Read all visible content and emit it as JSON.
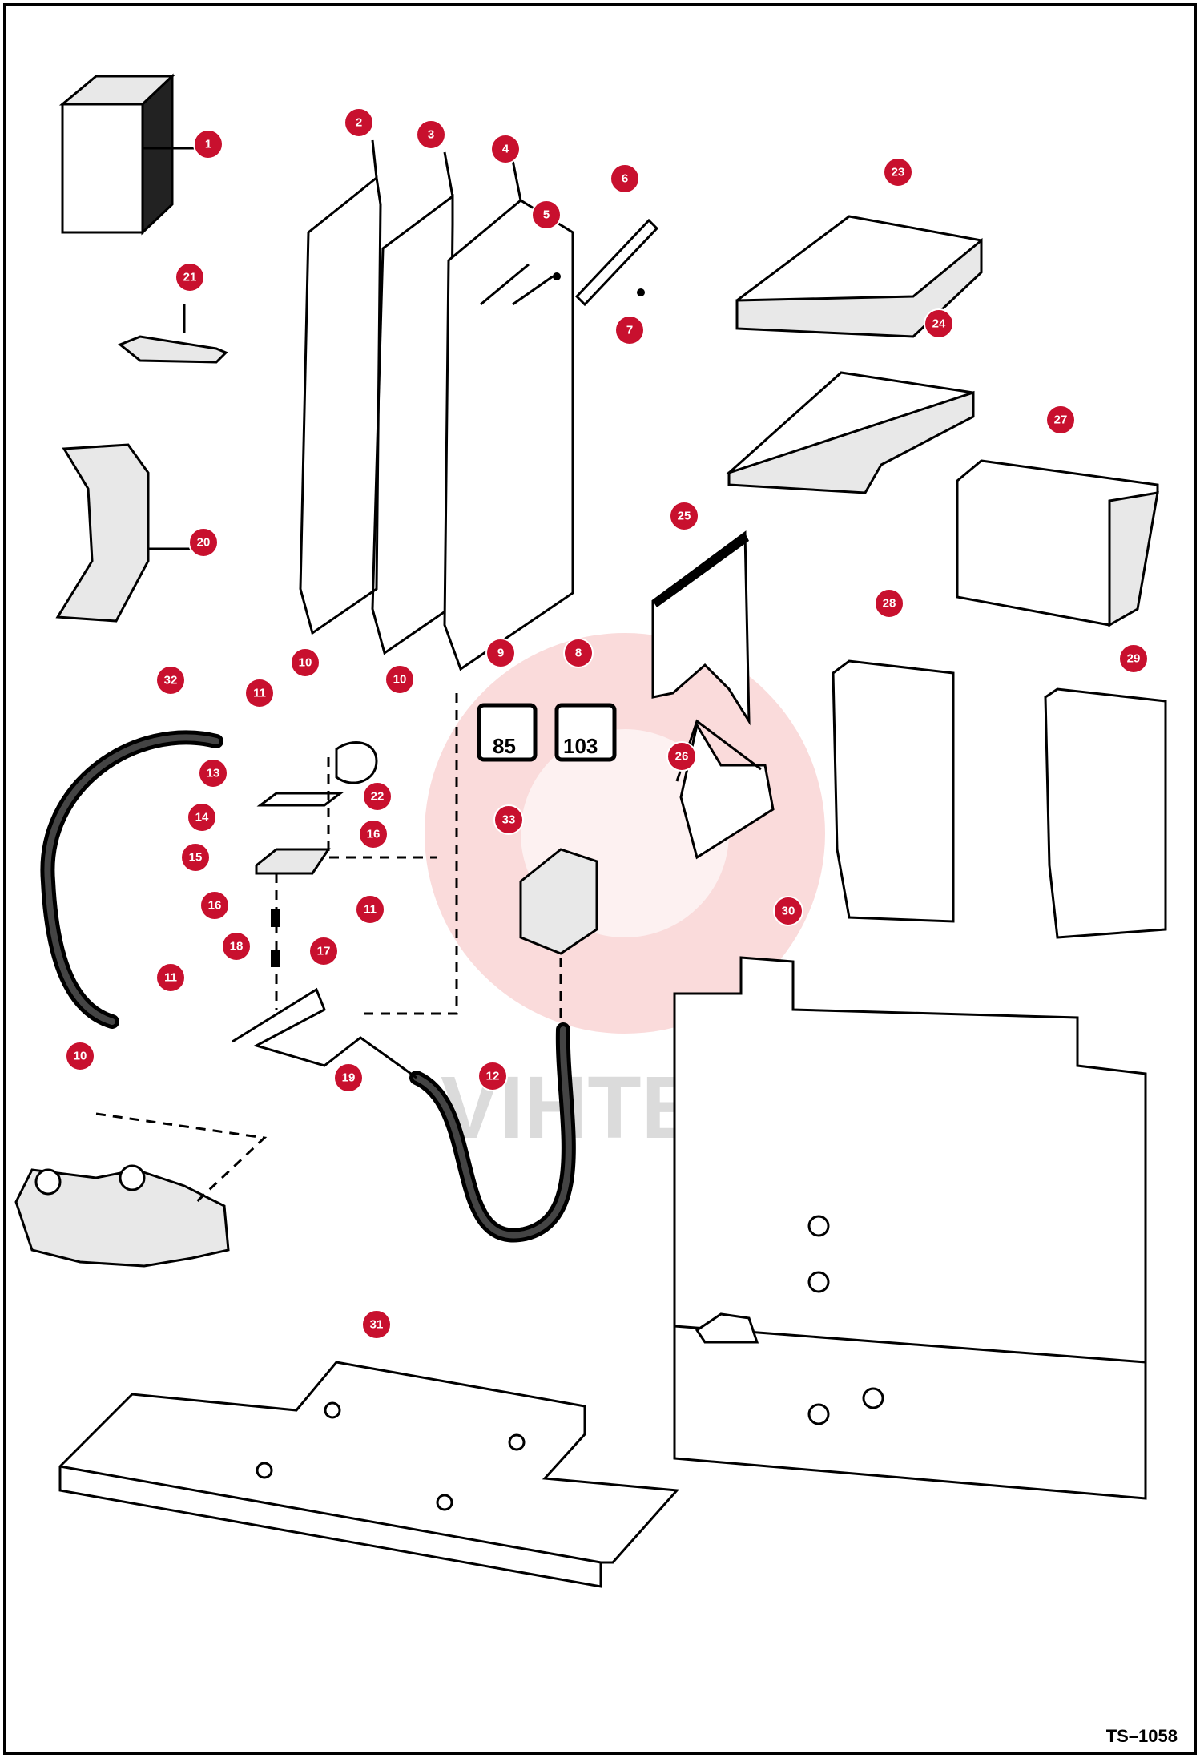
{
  "drawing_number": "TS–1058",
  "watermark": "VIHTEX",
  "decal_labels": [
    "85",
    "103"
  ],
  "colors": {
    "marker": "#c8102e",
    "line": "#000000",
    "background": "#ffffff"
  },
  "callouts": [
    "1",
    "2",
    "3",
    "4",
    "5",
    "6",
    "7",
    "8",
    "9",
    "10",
    "10",
    "10",
    "11",
    "11",
    "11",
    "12",
    "13",
    "14",
    "15",
    "16",
    "16",
    "17",
    "18",
    "19",
    "20",
    "21",
    "22",
    "23",
    "24",
    "25",
    "26",
    "27",
    "28",
    "29",
    "30",
    "31",
    "32",
    "33"
  ]
}
